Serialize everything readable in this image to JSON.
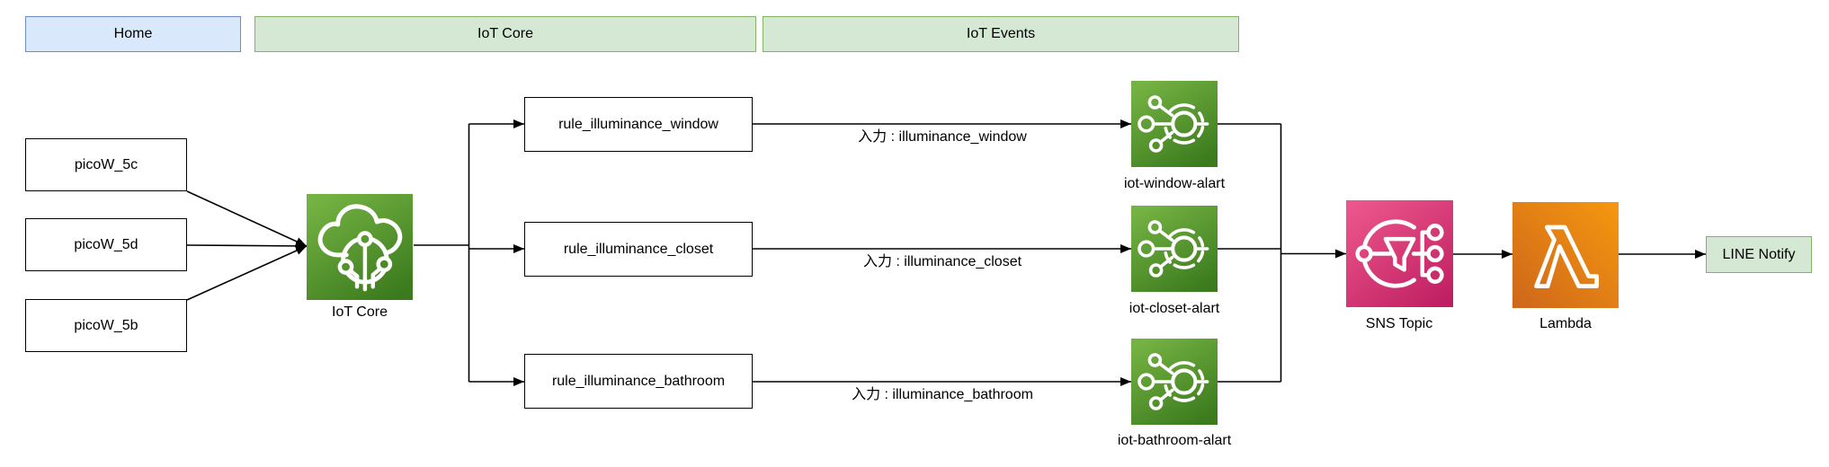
{
  "legend": {
    "items": [
      {
        "label": "Home"
      },
      {
        "label": "IoT Core"
      },
      {
        "label": "IoT Events"
      }
    ]
  },
  "devices": [
    {
      "label": "picoW_5c"
    },
    {
      "label": "picoW_5d"
    },
    {
      "label": "picoW_5b"
    }
  ],
  "iot_core": {
    "caption": "IoT Core"
  },
  "rules": [
    {
      "label": "rule_illuminance_window"
    },
    {
      "label": "rule_illuminance_closet"
    },
    {
      "label": "rule_illuminance_bathroom"
    }
  ],
  "edge_labels": [
    {
      "text": "入力 : illuminance_window"
    },
    {
      "text": "入力 : illuminance_closet"
    },
    {
      "text": "入力 : illuminance_bathroom"
    }
  ],
  "iot_events": [
    {
      "caption": "iot-window-alart"
    },
    {
      "caption": "iot-closet-alart"
    },
    {
      "caption": "iot-bathroom-alart"
    }
  ],
  "sns": {
    "caption": "SNS Topic"
  },
  "lambda": {
    "caption": "Lambda"
  },
  "line_notify": {
    "label": "LINE Notify"
  },
  "colors": {
    "connector": "#000000",
    "plain_box_fill": "#ffffff",
    "plain_box_border": "#000000",
    "home_fill": "#dae8fc",
    "home_border": "#6c8ebf",
    "green_fill": "#d5e8d4",
    "green_border": "#82b366",
    "iot_green_light": "#74B243",
    "iot_green_dark": "#3B7A1D",
    "sns_pink_light": "#EC568B",
    "sns_pink_dark": "#BF1F62",
    "lambda_orange_light": "#F5980F",
    "lambda_orange_dark": "#CE661B"
  }
}
